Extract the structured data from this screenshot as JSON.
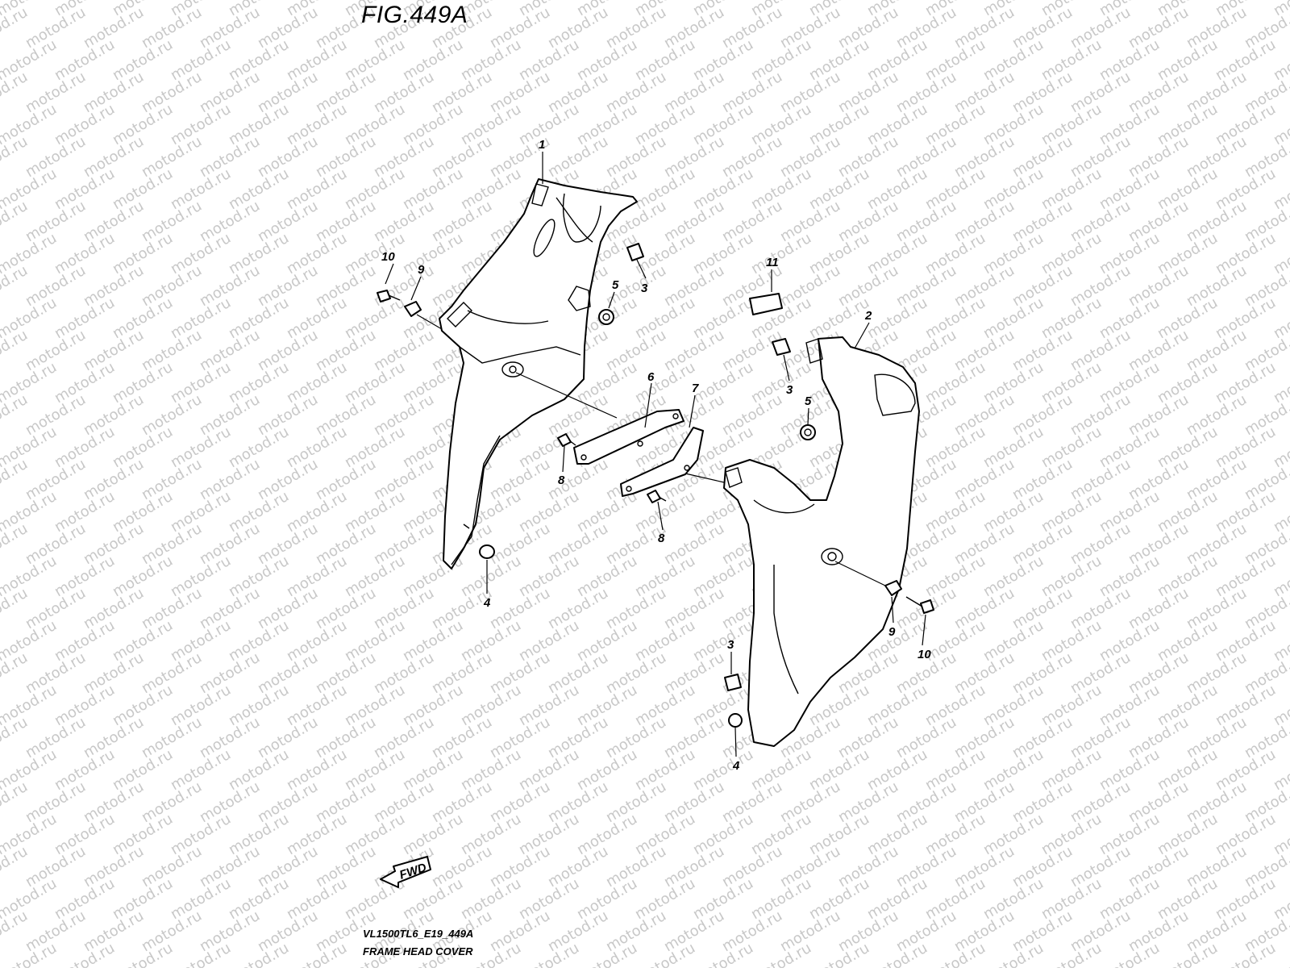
{
  "figure": {
    "title": "FIG.449A"
  },
  "captions": {
    "model_code": "VL1500TL6_E19_449A",
    "section_name": "FRAME HEAD COVER"
  },
  "watermark": {
    "text": "motod.ru"
  },
  "direction_arrow": {
    "label": "FWD"
  },
  "callouts": [
    {
      "id": "c1",
      "label": "1"
    },
    {
      "id": "c2",
      "label": "2"
    },
    {
      "id": "c3a",
      "label": "3"
    },
    {
      "id": "c3b",
      "label": "3"
    },
    {
      "id": "c3c",
      "label": "3"
    },
    {
      "id": "c4a",
      "label": "4"
    },
    {
      "id": "c4b",
      "label": "4"
    },
    {
      "id": "c5a",
      "label": "5"
    },
    {
      "id": "c5b",
      "label": "5"
    },
    {
      "id": "c6",
      "label": "6"
    },
    {
      "id": "c7",
      "label": "7"
    },
    {
      "id": "c8a",
      "label": "8"
    },
    {
      "id": "c8b",
      "label": "8"
    },
    {
      "id": "c9a",
      "label": "9"
    },
    {
      "id": "c9b",
      "label": "9"
    },
    {
      "id": "c10a",
      "label": "10"
    },
    {
      "id": "c10b",
      "label": "10"
    },
    {
      "id": "c11",
      "label": "11"
    }
  ]
}
